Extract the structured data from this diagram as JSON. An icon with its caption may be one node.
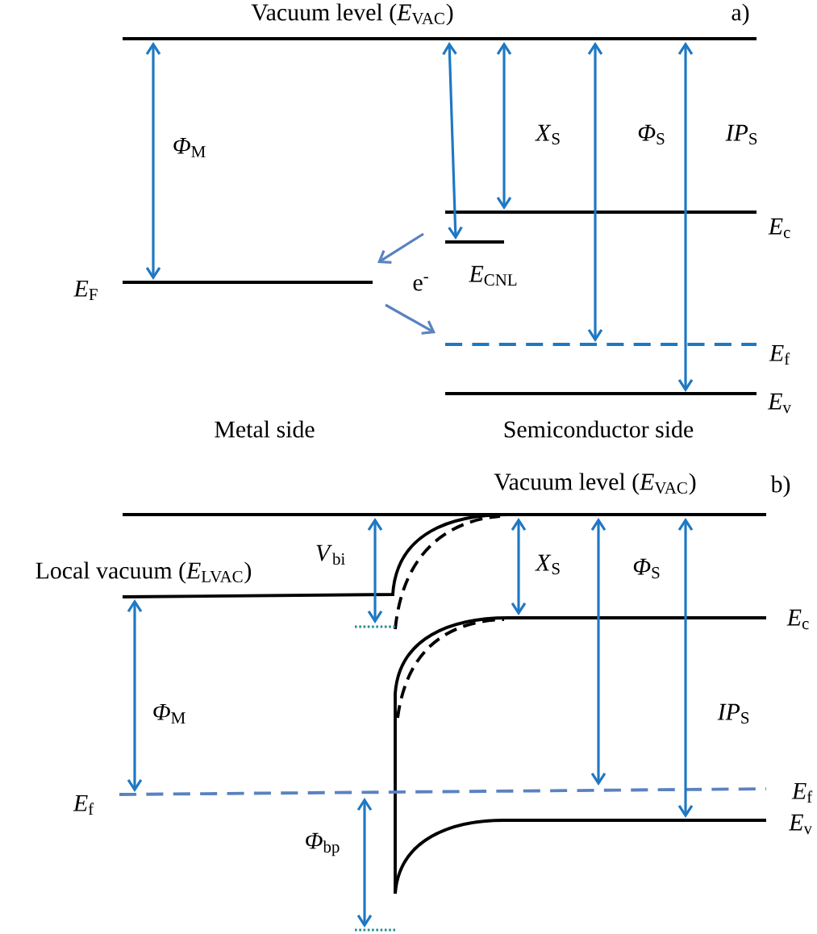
{
  "diagram": {
    "labels": [
      "Vacuum level (*E*$_{VAC}$)",
      "a)",
      "*Φ*$_{M}$",
      "*X*$_{S}$",
      "*Φ*$_{S}$",
      "*IP*$_{S}$",
      "*E*$_{c}$",
      "*E*$_{F}$",
      "e$^{-}$",
      "*E*$_{CNL}$",
      "*E*$_{f}$",
      "*E*$_{v}$",
      "Metal side",
      "Semiconductor side",
      "Vacuum level (*E*$_{VAC}$)",
      "b)",
      "*V*$_{bi}$",
      "Local vacuum (*E*$_{LVAC}$)",
      "*X*$_{S}$",
      "*Φ*$_{S}$",
      "*E*$_{c}$",
      "*Φ*$_{M}$",
      "*IP*$_{S}$",
      "*E*$_{f}$",
      "*E*$_{f}$",
      "*Φ*$_{bp}$",
      "*E*$_{v}$"
    ]
  }
}
